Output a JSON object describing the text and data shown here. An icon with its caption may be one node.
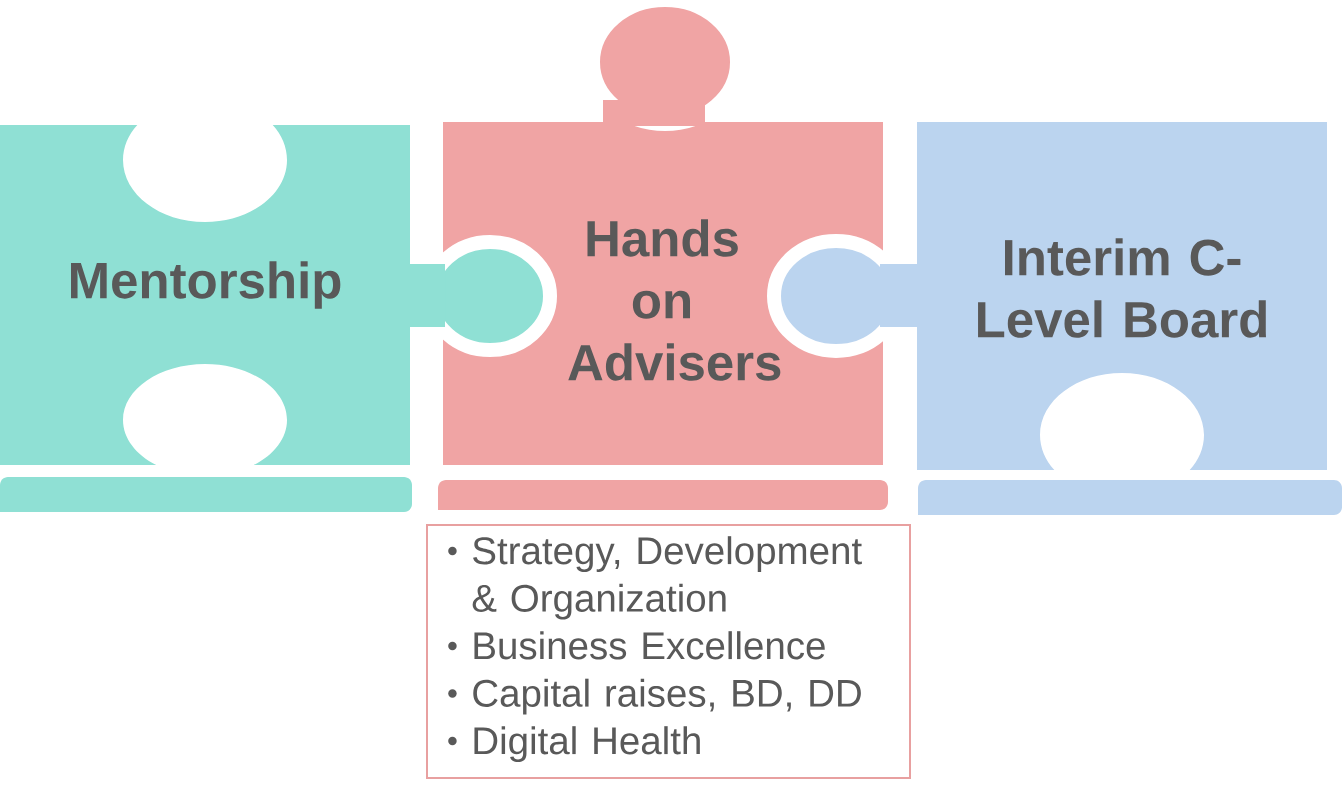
{
  "diagram": {
    "nodes": [
      {
        "text": [
          "Mentorship"
        ]
      },
      {
        "text": [
          "Hands on Advisers"
        ]
      },
      {
        "text": [
          "Interim C-Level Board"
        ]
      },
      {
        "text": [
          "Strategy, Development & Organization",
          "Business Excellence",
          "Capital raises, BD, DD",
          "Digital Health"
        ]
      }
    ],
    "edges": []
  }
}
